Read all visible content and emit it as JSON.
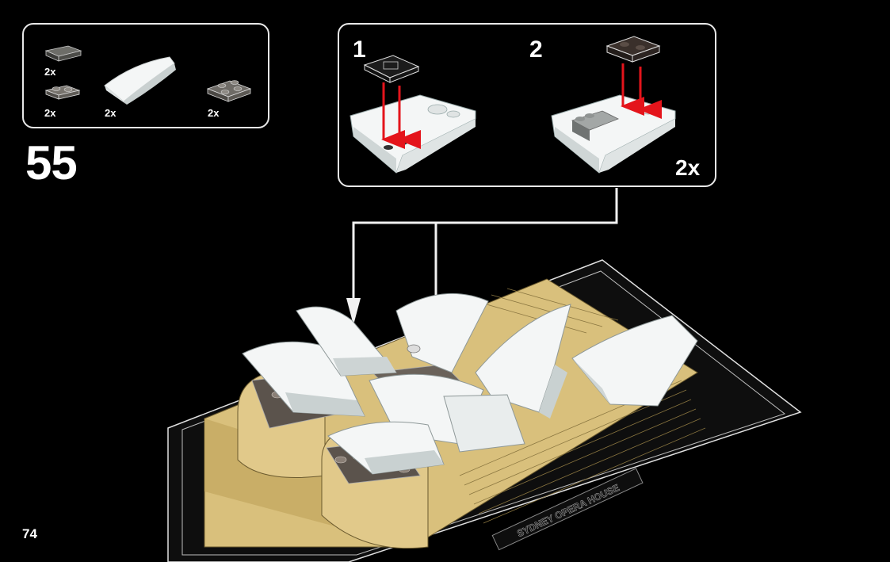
{
  "instruction": {
    "step_number": "55",
    "page_number": "74",
    "parts": [
      {
        "name": "dark-tile-2x2",
        "qty": "2x"
      },
      {
        "name": "clear-plate-1x2",
        "qty": "2x"
      },
      {
        "name": "white-wedge",
        "qty": "2x"
      },
      {
        "name": "clear-plate-2x2",
        "qty": "2x"
      }
    ],
    "substeps": [
      {
        "number": "1"
      },
      {
        "number": "2"
      }
    ],
    "multiplier": "2x",
    "model_label": "SYDNEY OPERA HOUSE"
  },
  "colors": {
    "background": "#000000",
    "frame": "#e8e8e8",
    "arrow_red": "#e4141b",
    "shell_white": "#f4f6f6",
    "base_tan": "#d9c07c",
    "base_dark": "#111111"
  }
}
